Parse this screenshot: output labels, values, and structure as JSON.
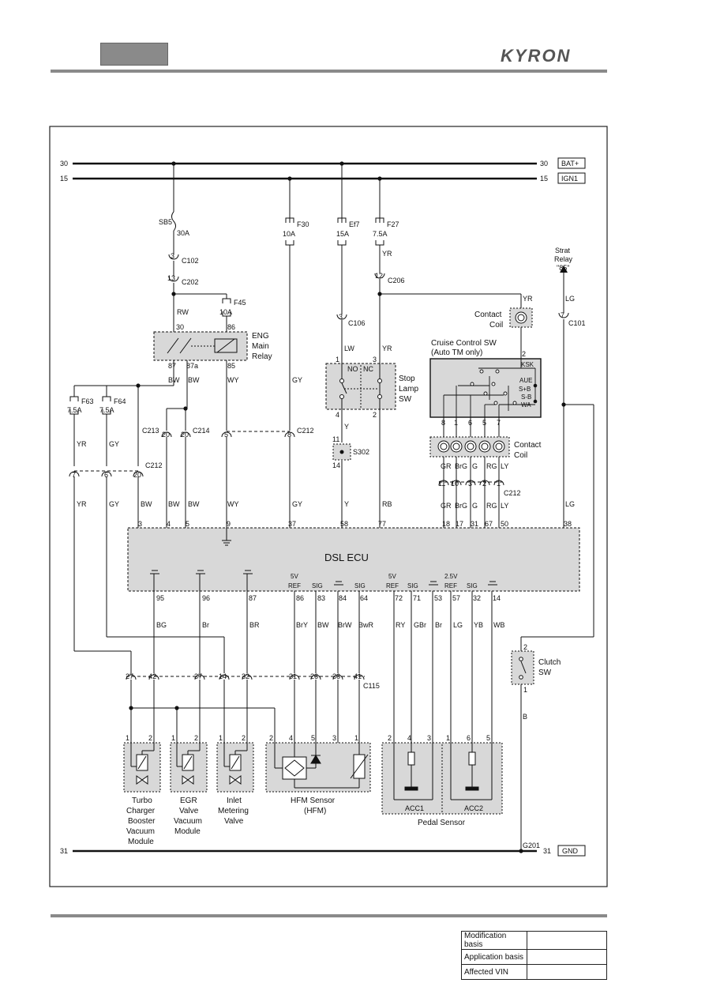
{
  "header": {
    "brand": "KYRON"
  },
  "diagram": {
    "rails": {
      "r30_left": "30",
      "r30_right": "30",
      "bat": "BAT+",
      "r15_left": "15",
      "r15_right": "15",
      "ign": "IGN1",
      "r31_left": "31",
      "r31_right": "31",
      "gnd": "GND"
    },
    "fuses": {
      "sb5": "SB5",
      "sb5_amp": "30A",
      "f30": "F30",
      "f30_amp": "10A",
      "ef7": "Ef7",
      "ef7_amp": "15A",
      "f27": "F27",
      "f27_amp": "7.5A",
      "f45": "F45",
      "f45_amp": "10A",
      "f63": "F63",
      "f63_amp": "7.5A",
      "f64": "F64",
      "f64_amp": "7.5A"
    },
    "connectors": {
      "c102": "C102",
      "c102_pin": "3",
      "c202": "C202",
      "c202_pin": "13",
      "c106": "C106",
      "c106_pin": "3",
      "c206": "C206",
      "c206_pin": "12",
      "c101": "C101",
      "c101_pin": "7",
      "c213": "C213",
      "c213_pin": "20",
      "c214": "C214",
      "c214_pin": "20",
      "c212": "C212",
      "c212_a_pin1": "5",
      "c212_a_pin2": "8",
      "c212_b_pins": [
        "7",
        "6",
        "20"
      ],
      "c212_c_pins": [
        "11",
        "10",
        "3",
        "2",
        "1"
      ],
      "s302": "S302",
      "s302_top": "11",
      "s302_bot": "14",
      "c115": "C115",
      "c115_pins": [
        "27",
        "42",
        "37",
        "14",
        "32",
        "31",
        "26",
        "36",
        "41"
      ],
      "g201": "G201"
    },
    "relay": {
      "title_lines": [
        "ENG",
        "Main",
        "Relay"
      ],
      "pins": {
        "p30": "30",
        "p86": "86",
        "p87": "87",
        "p87a": "87a",
        "p85": "85"
      }
    },
    "stop_lamp": {
      "title_lines": [
        "Stop",
        "Lamp",
        "SW"
      ],
      "no": "NO",
      "nc": "NC",
      "pins": {
        "p1": "1",
        "p3": "3",
        "p4": "4",
        "p2": "2"
      }
    },
    "cruise": {
      "title_lines": [
        "Cruise Control SW",
        "(Auto TM only)"
      ],
      "labels": [
        "KSK",
        "AUE",
        "S+B",
        "S-B",
        "WA"
      ],
      "pin_top": "2",
      "pins": [
        "8",
        "1",
        "6",
        "5",
        "7"
      ],
      "coil_lines": [
        "Contact",
        "Coil"
      ]
    },
    "contact_coil_upper": {
      "lines": [
        "Contact",
        "Coil"
      ]
    },
    "strat_relay": {
      "lines": [
        "Strat",
        "Relay",
        "\"85\""
      ]
    },
    "wires": {
      "rw": "RW",
      "yr_c206": "YR",
      "yr_coil": "YR",
      "lg_strat": "LG",
      "lw": "LW",
      "yr_stop": "YR",
      "bw1": "BW",
      "bw2": "BW",
      "wy1": "WY",
      "gy1": "GY",
      "y1": "Y",
      "y2": "Y",
      "rb": "RB",
      "yr_f63": "YR",
      "gy_f64": "GY",
      "yr_low": "YR",
      "gy_low": "GY",
      "bw_low": "BW",
      "bw3": "BW",
      "bw4": "BW",
      "wy2": "WY",
      "gy2": "GY",
      "cruise_wires": [
        "GR",
        "BrG",
        "G",
        "RG",
        "LY"
      ],
      "cruise_wires_low": [
        "GR",
        "BrG",
        "G",
        "RG",
        "LY"
      ],
      "lg_low": "LG",
      "ecu_low": [
        "BG",
        "Br",
        "BR",
        "BrY",
        "BW",
        "BrW",
        "BwR",
        "RY",
        "GBr",
        "Br",
        "LG",
        "YB",
        "WB"
      ],
      "b": "B"
    },
    "ecu": {
      "title": "DSL ECU",
      "top_pins": [
        "3",
        "4",
        "5",
        "9",
        "37",
        "58",
        "77",
        "18",
        "17",
        "31",
        "67",
        "50",
        "38"
      ],
      "bottom_pins": [
        "95",
        "96",
        "87",
        "86",
        "83",
        "84",
        "64",
        "72",
        "71",
        "53",
        "57",
        "32",
        "14"
      ],
      "ref5v_a": [
        "5V",
        "REF"
      ],
      "sig_a": "SIG",
      "sig_b": "SIG",
      "ref5v_b": [
        "5V",
        "REF"
      ],
      "sig_c": "SIG",
      "ref25v": [
        "2.5V",
        "REF"
      ],
      "sig_d": "SIG"
    },
    "clutch": {
      "lines": [
        "Clutch",
        "SW"
      ],
      "pin_top": "2",
      "pin_bot": "1"
    },
    "components": {
      "turbo": {
        "lines": [
          "Turbo",
          "Charger",
          "Booster",
          "Vacuum",
          "Module"
        ],
        "pins": [
          "1",
          "2"
        ]
      },
      "egr": {
        "lines": [
          "EGR",
          "Valve",
          "Vacuum",
          "Module"
        ],
        "pins": [
          "1",
          "2"
        ]
      },
      "inlet": {
        "lines": [
          "Inlet",
          "Metering",
          "Valve"
        ],
        "pins": [
          "1",
          "2"
        ]
      },
      "hfm": {
        "lines": [
          "HFM Sensor",
          "(HFM)"
        ],
        "pins": [
          "2",
          "4",
          "5",
          "3",
          "1"
        ]
      },
      "pedal": {
        "title": "Pedal Sensor",
        "acc1": "ACC1",
        "acc2": "ACC2",
        "pins": [
          "2",
          "4",
          "3",
          "1",
          "6",
          "5"
        ]
      }
    }
  },
  "info_table": {
    "rows": [
      {
        "label": "Modification basis",
        "value": ""
      },
      {
        "label": "Application basis",
        "value": ""
      },
      {
        "label": "Affected VIN",
        "value": ""
      }
    ]
  }
}
